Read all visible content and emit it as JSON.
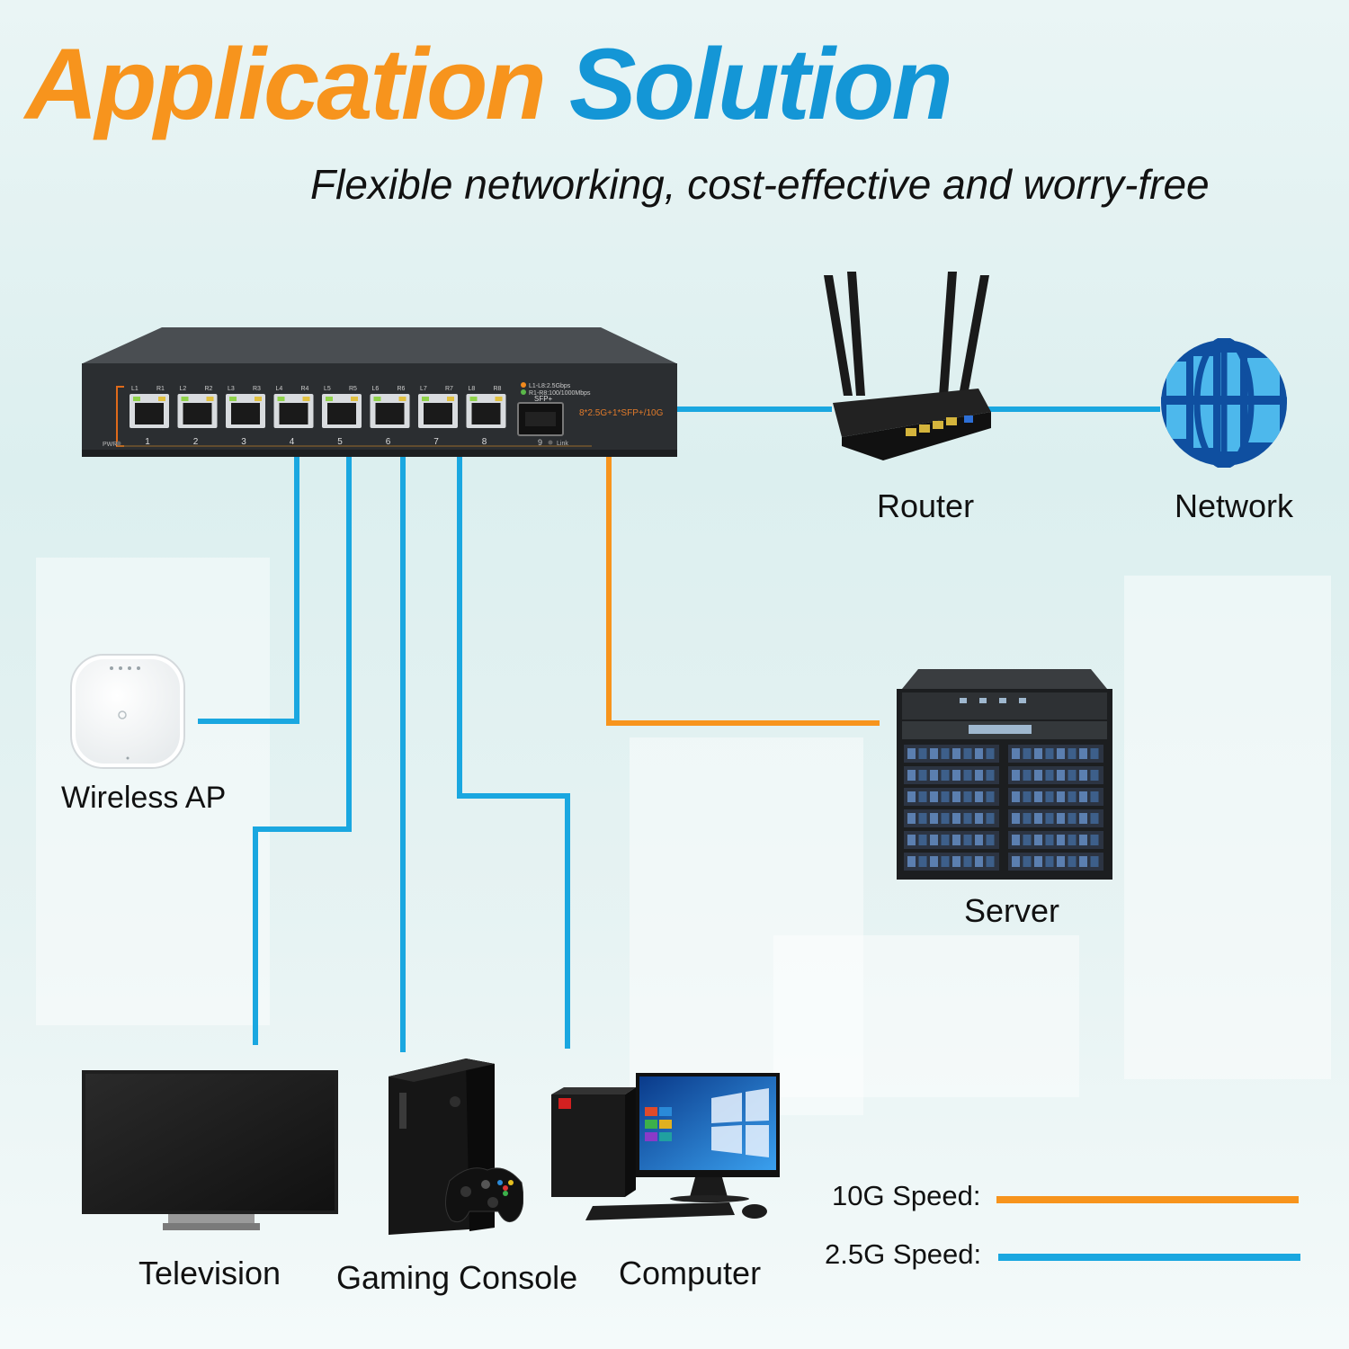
{
  "title": {
    "word1": "Application",
    "word2": "Solution"
  },
  "subtitle": "Flexible networking, cost-effective and worry-free",
  "switch": {
    "status_text_1": "L1-L8:2.5Gbps",
    "status_text_2": "R1-R8:100/1000Mbps",
    "sfp_label": "SFP+",
    "model_text": "8*2.5G+1*SFP+/10G",
    "pwr_label": "PWR",
    "link_label": "Link",
    "port_numbers": [
      "1",
      "2",
      "3",
      "4",
      "5",
      "6",
      "7",
      "8"
    ],
    "port_top_labels": [
      "L1",
      "R1",
      "L2",
      "R2",
      "L3",
      "R3",
      "L4",
      "R4",
      "L5",
      "R5",
      "L6",
      "R6",
      "L7",
      "R7",
      "L8",
      "R8"
    ],
    "sfp_port_number": "9"
  },
  "devices": {
    "router": "Router",
    "network": "Network",
    "server": "Server",
    "wireless_ap": "Wireless AP",
    "television": "Television",
    "gaming_console": "Gaming Console",
    "computer": "Computer"
  },
  "legend": {
    "speed_10g": "10G Speed:",
    "speed_25g": "2.5G Speed:"
  },
  "colors": {
    "orange": "#f7941d",
    "blue": "#1aa7e0",
    "title_blue": "#1496d6",
    "switch_body": "#2b2e31"
  }
}
